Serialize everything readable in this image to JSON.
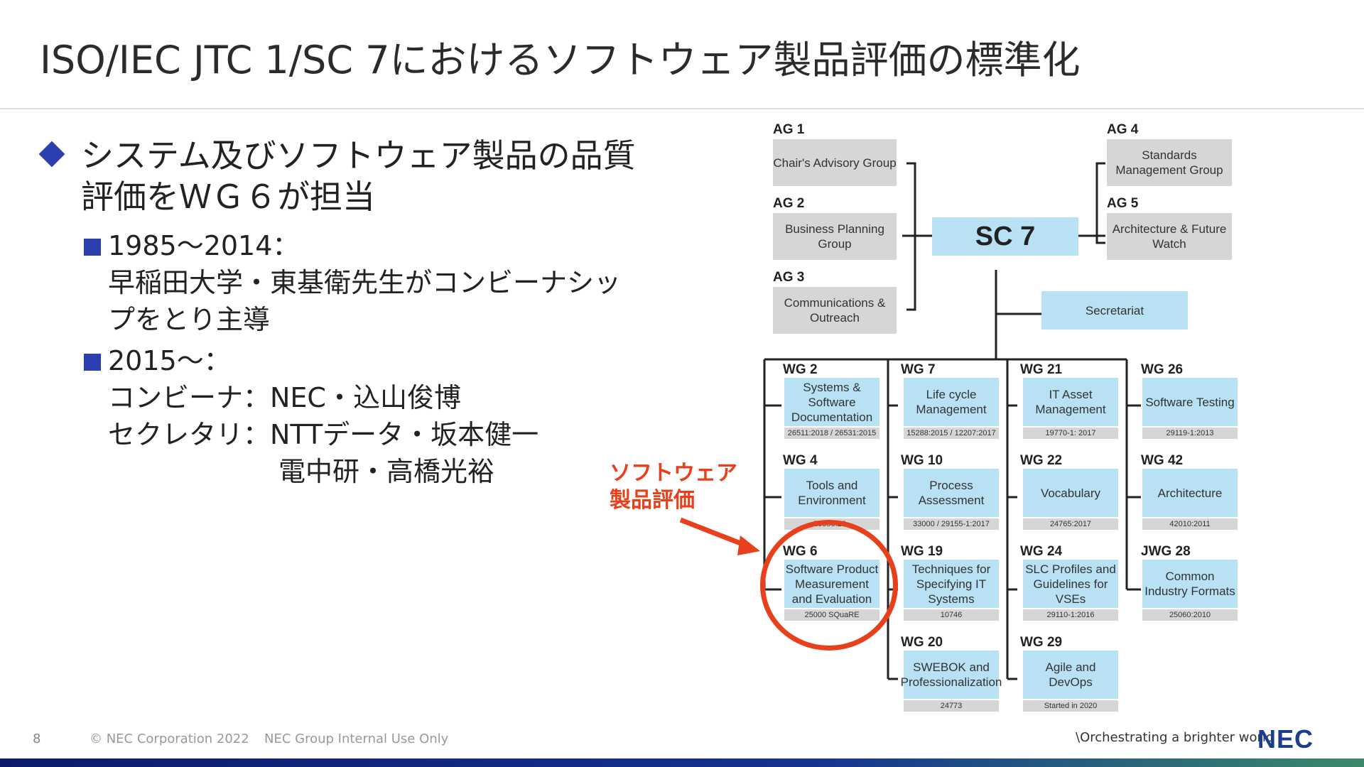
{
  "slide": {
    "title": "ISO/IEC JTC 1/SC 7におけるソフトウェア製品評価の標準化",
    "bullet1": "システム及びソフトウェア製品の品質評価をＷＧ６が担当",
    "sub1_line1": "1985～2014：",
    "sub1_line2": "早稲田大学・東基衛先生がコンビーナシッ",
    "sub1_line3": "プをとり主導",
    "sub2_line1": "2015～：",
    "sub2_line2": "コンビーナ：NEC・込山俊博",
    "sub2_line3": "セクレタリ：NTTデータ・坂本健一",
    "sub2_line4": "電中研・高橋光裕"
  },
  "callout": {
    "line1": "ソフトウェア",
    "line2": "製品評価"
  },
  "diagram": {
    "ag": [
      {
        "label": "AG 1",
        "name": "Chair's Advisory Group"
      },
      {
        "label": "AG 2",
        "name": "Business Planning Group"
      },
      {
        "label": "AG 3",
        "name": "Communications & Outreach"
      },
      {
        "label": "AG 4",
        "name": "Standards Management Group"
      },
      {
        "label": "AG 5",
        "name": "Architecture & Future Watch"
      }
    ],
    "sc7": "SC 7",
    "secretariat": "Secretariat",
    "wg": [
      {
        "label": "WG 2",
        "name": "Systems & Software Documentation",
        "ref": "26511:2018 / 26531:2015"
      },
      {
        "label": "WG 4",
        "name": "Tools and Environment",
        "ref": "20550:20.."
      },
      {
        "label": "WG 6",
        "name": "Software Product Measurement and Evaluation",
        "ref": "25000 SQuaRE"
      },
      {
        "label": "WG 7",
        "name": "Life cycle Management",
        "ref": "15288:2015 / 12207:2017"
      },
      {
        "label": "WG 10",
        "name": "Process Assessment",
        "ref": "33000 / 29155-1:2017"
      },
      {
        "label": "WG 19",
        "name": "Techniques for Specifying IT Systems",
        "ref": "10746"
      },
      {
        "label": "WG 20",
        "name": "SWEBOK and Professionalization",
        "ref": "24773"
      },
      {
        "label": "WG 21",
        "name": "IT Asset Management",
        "ref": "19770-1: 2017"
      },
      {
        "label": "WG 22",
        "name": "Vocabulary",
        "ref": "24765:2017"
      },
      {
        "label": "WG 24",
        "name": "SLC Profiles and Guidelines for VSEs",
        "ref": "29110-1:2016"
      },
      {
        "label": "WG 29",
        "name": "Agile and DevOps",
        "ref": "Started in 2020"
      },
      {
        "label": "WG 26",
        "name": "Software Testing",
        "ref": "29119-1:2013"
      },
      {
        "label": "WG 42",
        "name": "Architecture",
        "ref": "42010:2011"
      },
      {
        "label": "JWG 28",
        "name": "Common Industry Formats",
        "ref": "25060:2010"
      }
    ]
  },
  "footer": {
    "page": "8",
    "copyright": "© NEC Corporation 2022",
    "internal": "NEC Group Internal Use Only",
    "tagline": "\\Orchestrating a brighter world",
    "logo": "NEC"
  },
  "colors": {
    "accent_blue": "#2b3fae",
    "callout_red": "#e8401c",
    "box_blue": "#b8e2f3",
    "box_grey": "#d6d6d6"
  }
}
